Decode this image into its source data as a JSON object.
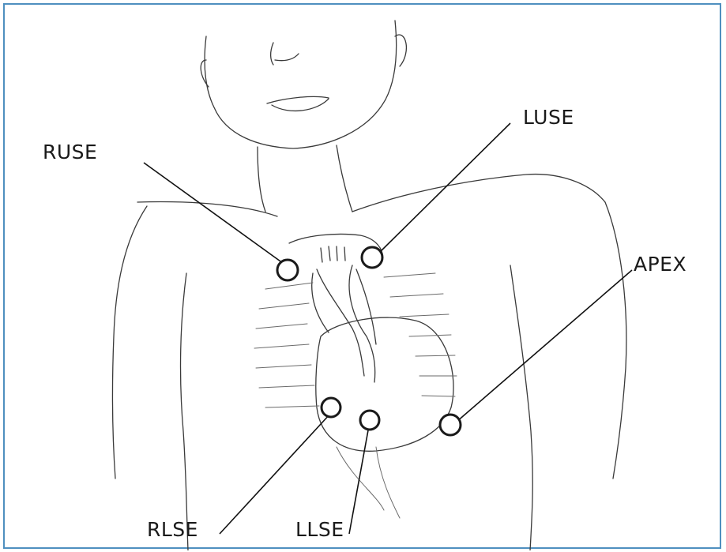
{
  "figure": {
    "labels": {
      "ruse": "RUSE",
      "luse": "LUSE",
      "apex": "APEX",
      "rlse": "RLSE",
      "llse": "LLSE"
    },
    "border_color": "#4f8fbf",
    "ink_color": "#1a1a1a"
  }
}
